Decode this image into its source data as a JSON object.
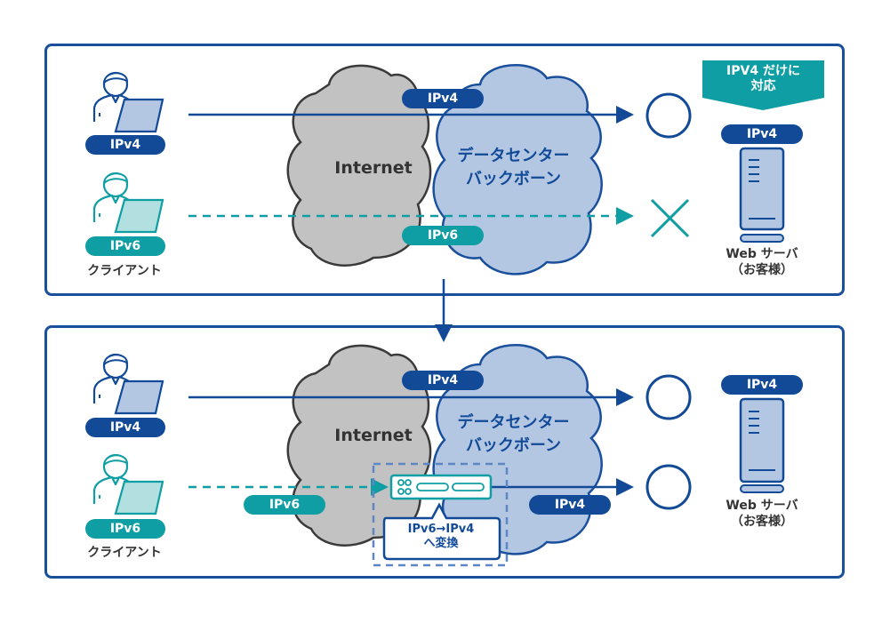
{
  "colors": {
    "ipv4": "#124a98",
    "ipv6": "#0e9ea3",
    "frame": "#1a4f9c",
    "internet_cloud": "#c2c2c2",
    "datacenter_cloud": "#b3c7e3"
  },
  "top_panel": {
    "client_ipv4_badge": "IPv4",
    "client_ipv6_badge": "IPv6",
    "client_label": "クライアント",
    "internet_label": "Internet",
    "datacenter_label_line1": "データセンター",
    "datacenter_label_line2": "バックボーン",
    "route_ipv4_badge": "IPv4",
    "route_ipv6_badge": "IPv6",
    "ipv4_result": "success-circle",
    "ipv6_result": "fail-cross",
    "banner_line1": "IPV4 だけに",
    "banner_line2": "対応",
    "server_badge": "IPv4",
    "server_label_line1": "Web サーバ",
    "server_label_line2": "（お客様）"
  },
  "bottom_panel": {
    "client_ipv4_badge": "IPv4",
    "client_ipv6_badge": "IPv6",
    "client_label": "クライアント",
    "internet_label": "Internet",
    "datacenter_label_line1": "データセンター",
    "datacenter_label_line2": "バックボーン",
    "route_ipv4_badge": "IPv4",
    "route_ipv6_in_badge": "IPv6",
    "route_ipv4_out_badge": "IPv4",
    "converter_line1": "IPv6→IPv4",
    "converter_line2": "へ変換",
    "ipv4_result": "success-circle",
    "ipv6_result": "success-circle",
    "server_badge": "IPv4",
    "server_label_line1": "Web サーバ",
    "server_label_line2": "（お客様）"
  }
}
